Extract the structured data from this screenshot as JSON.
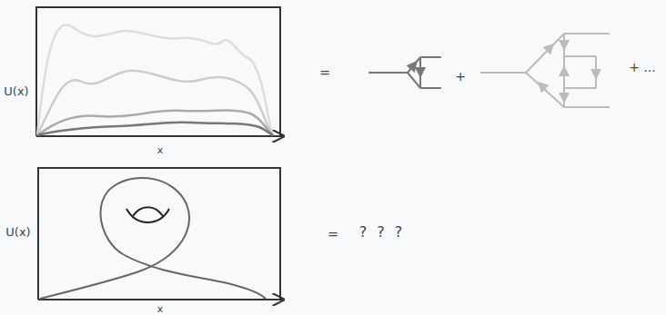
{
  "diagram": {
    "labels": [
      "U(x)",
      "=",
      "+",
      "+ ...",
      "x",
      "U(x)",
      "=",
      "? ? ?",
      "x"
    ]
  }
}
